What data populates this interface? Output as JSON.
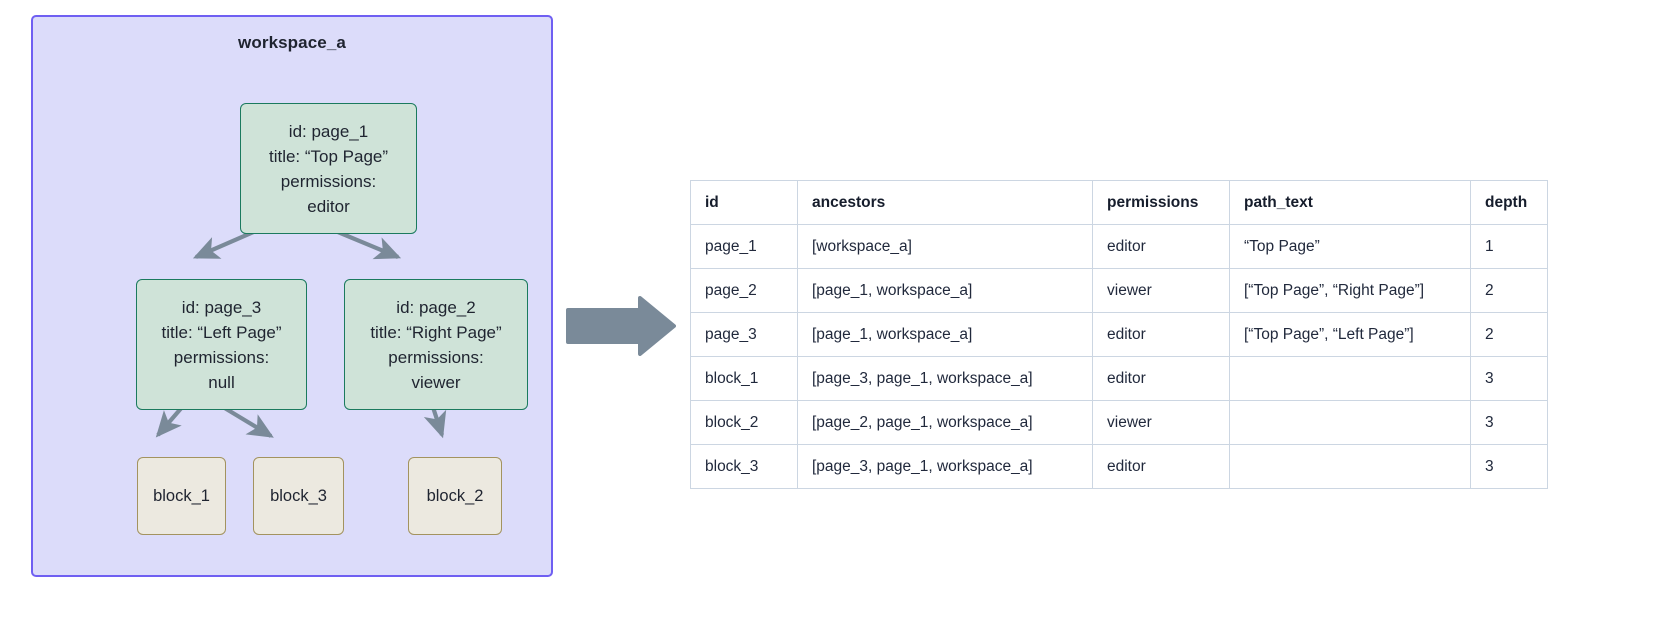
{
  "workspace": {
    "title": "workspace_a",
    "container_color": "#dcdcfa",
    "container_border_color": "#6f5ff2",
    "page_node_fill": "#cfe3d8",
    "page_node_border": "#1b7a5e",
    "block_node_fill": "#ece9e0",
    "block_node_border": "#a3935f",
    "edge_color": "#7a8a99",
    "nodes": [
      {
        "key": "page_1",
        "type": "page",
        "lines": [
          "id: page_1",
          "title: “Top Page”",
          "permissions:",
          "editor"
        ]
      },
      {
        "key": "page_3",
        "type": "page",
        "lines": [
          "id: page_3",
          "title: “Left Page”",
          "permissions:",
          "null"
        ]
      },
      {
        "key": "page_2",
        "type": "page",
        "lines": [
          "id: page_2",
          "title: “Right Page”",
          "permissions:",
          "viewer"
        ]
      },
      {
        "key": "block_1",
        "type": "block",
        "lines": [
          "block_1"
        ]
      },
      {
        "key": "block_3",
        "type": "block",
        "lines": [
          "block_3"
        ]
      },
      {
        "key": "block_2",
        "type": "block",
        "lines": [
          "block_2"
        ]
      }
    ],
    "edges": [
      {
        "from": "page_1",
        "to": "page_3"
      },
      {
        "from": "page_1",
        "to": "page_2"
      },
      {
        "from": "page_3",
        "to": "block_1"
      },
      {
        "from": "page_3",
        "to": "block_3"
      },
      {
        "from": "page_2",
        "to": "block_2"
      }
    ]
  },
  "transition": {
    "icon": "right-block-arrow",
    "color": "#7a8a99"
  },
  "table": {
    "border_color": "#ccd6e2",
    "columns": [
      "id",
      "ancestors",
      "permissions",
      "path_text",
      "depth"
    ],
    "rows": [
      {
        "id": "page_1",
        "ancestors": "[workspace_a]",
        "permissions": "editor",
        "path_text": "“Top Page”",
        "depth": "1"
      },
      {
        "id": "page_2",
        "ancestors": "[page_1, workspace_a]",
        "permissions": "viewer",
        "path_text": "[“Top Page”, “Right Page”]",
        "depth": "2"
      },
      {
        "id": "page_3",
        "ancestors": "[page_1, workspace_a]",
        "permissions": "editor",
        "path_text": "[“Top Page”, “Left Page”]",
        "depth": "2"
      },
      {
        "id": "block_1",
        "ancestors": "[page_3, page_1, workspace_a]",
        "permissions": "editor",
        "path_text": "",
        "depth": "3"
      },
      {
        "id": "block_2",
        "ancestors": "[page_2, page_1, workspace_a]",
        "permissions": "viewer",
        "path_text": "",
        "depth": "3"
      },
      {
        "id": "block_3",
        "ancestors": "[page_3, page_1, workspace_a]",
        "permissions": "editor",
        "path_text": "",
        "depth": "3"
      }
    ]
  }
}
